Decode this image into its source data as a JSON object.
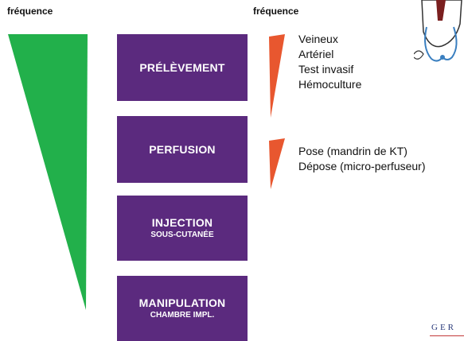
{
  "header": {
    "left_label": "fréquence",
    "right_label": "fréquence"
  },
  "colors": {
    "wedge_green": "#22b04b",
    "wedge_orange": "#e8572f",
    "box_purple": "#5b2a7e",
    "box_text": "#ffffff"
  },
  "boxes": [
    {
      "main": "PRÉLÈVEMENT",
      "sub": ""
    },
    {
      "main": "PERFUSION",
      "sub": ""
    },
    {
      "main": "INJECTION",
      "sub": "SOUS-CUTANÉE"
    },
    {
      "main": "MANIPULATION",
      "sub": "CHAMBRE IMPL."
    }
  ],
  "lists": [
    {
      "items": [
        "Veineux",
        "Artériel",
        "Test invasif",
        "Hémoculture"
      ]
    },
    {
      "items": [
        "Pose (mandrin de KT)",
        "Dépose (micro-perfuseur)"
      ]
    }
  ],
  "logo": {
    "text": "GER"
  }
}
